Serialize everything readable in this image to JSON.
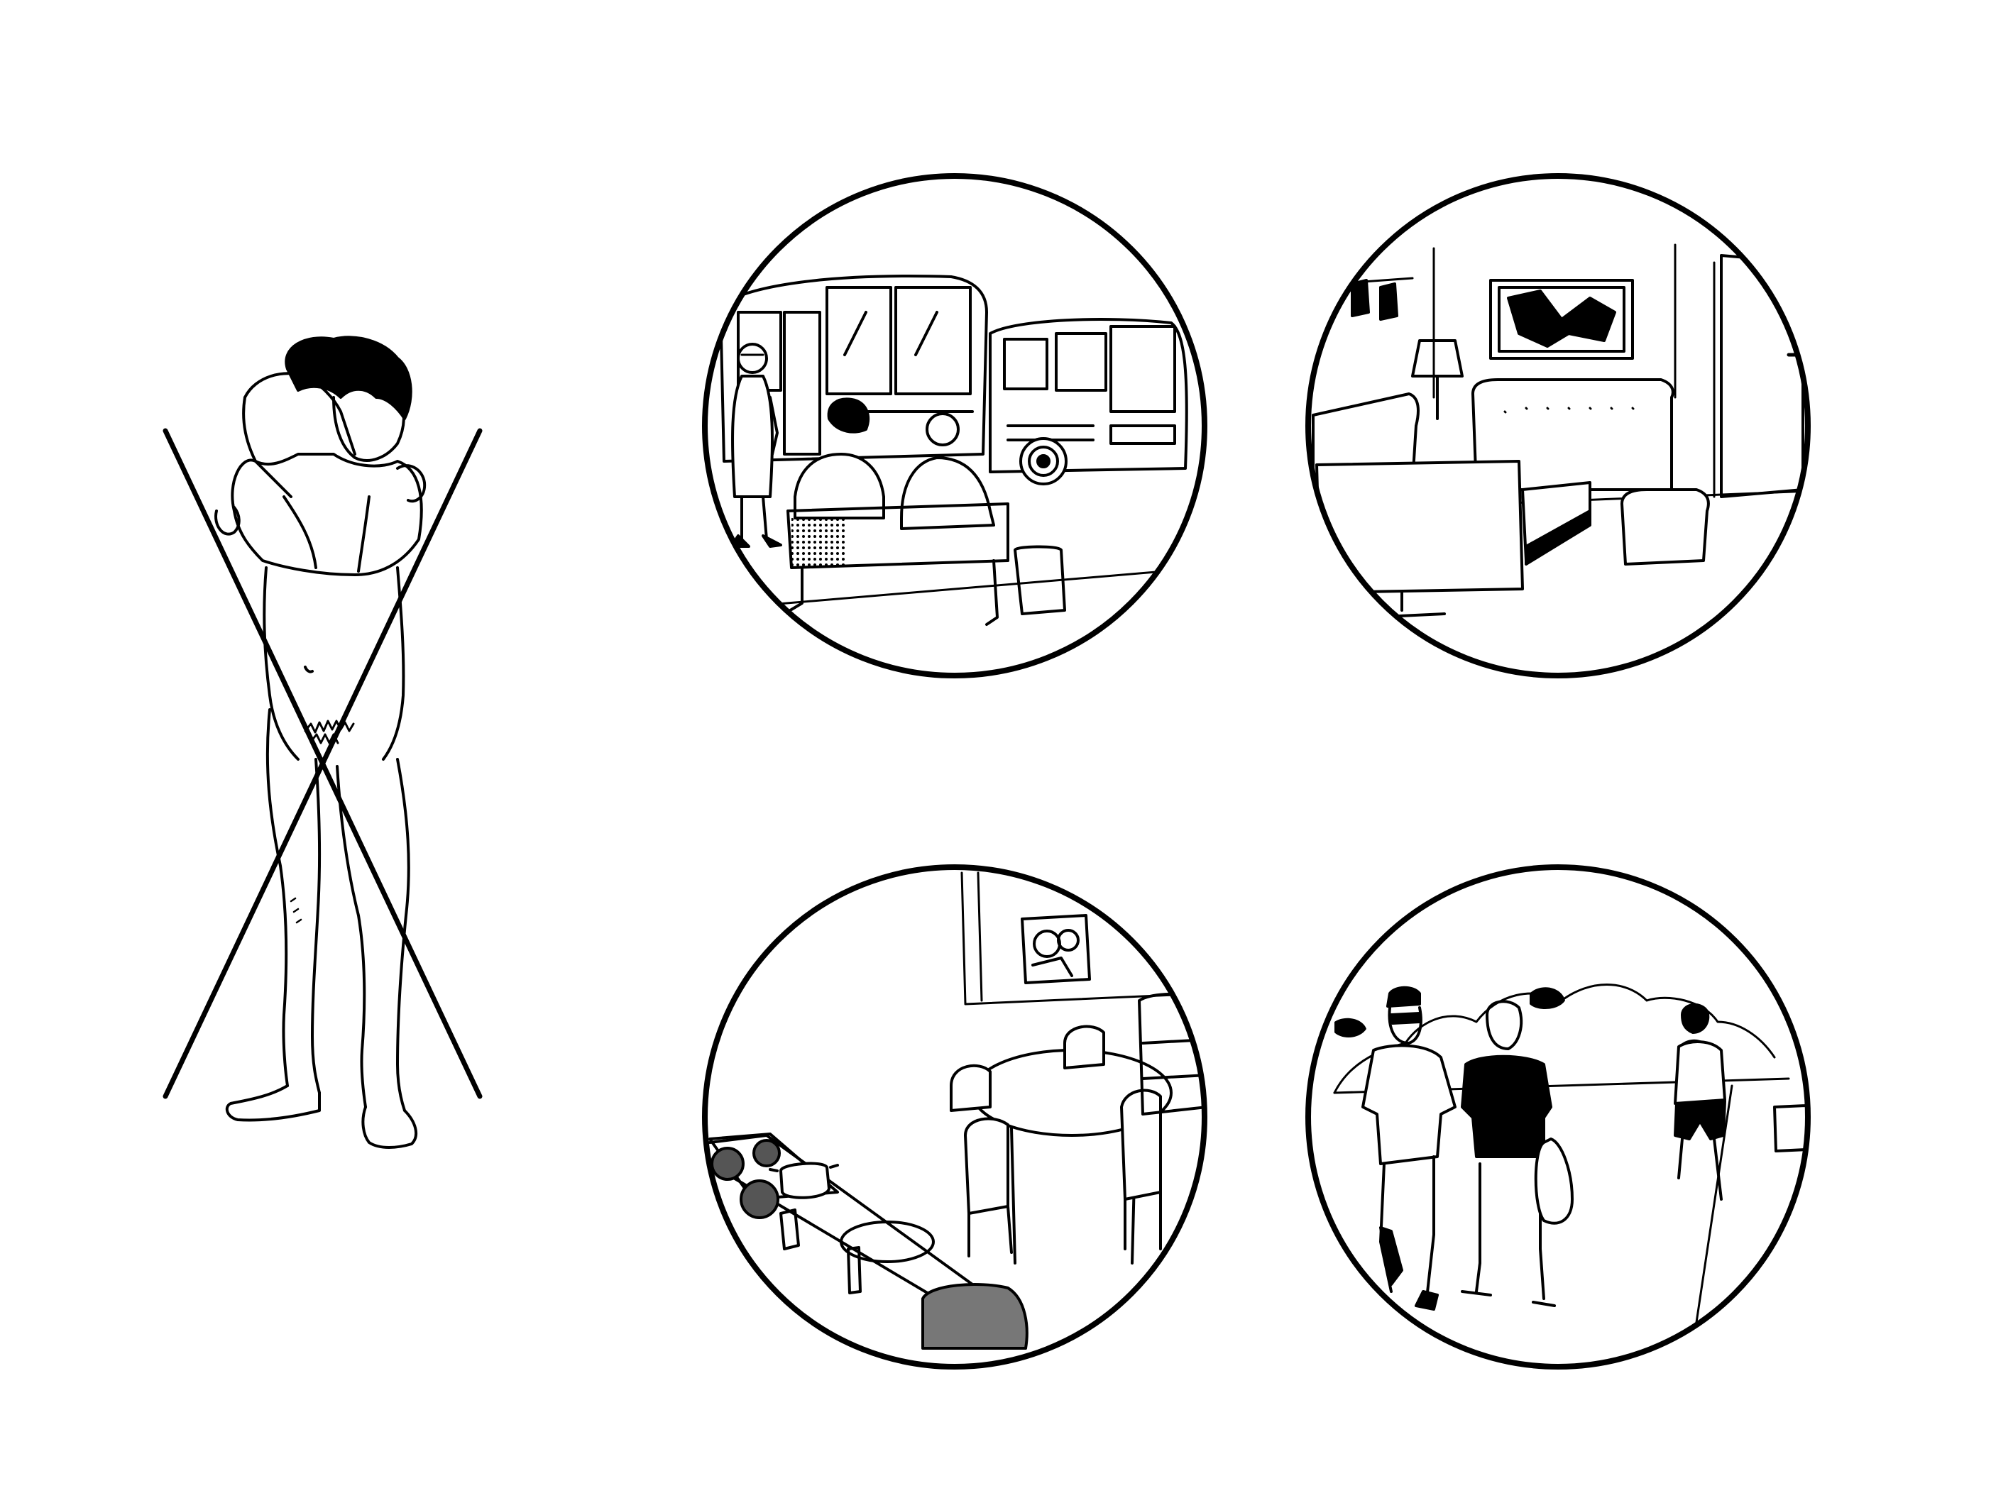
{
  "figure": {
    "excluded_item": {
      "name": "undressing-in-public",
      "mark": "cross-out"
    },
    "allowed_places": [
      {
        "name": "bus-stop-scene"
      },
      {
        "name": "living-room-scene"
      },
      {
        "name": "kitchen-scene"
      },
      {
        "name": "street-walk-scene"
      }
    ]
  },
  "colors": {
    "ink": "#000000",
    "paper": "#ffffff",
    "tone": "#555555"
  }
}
